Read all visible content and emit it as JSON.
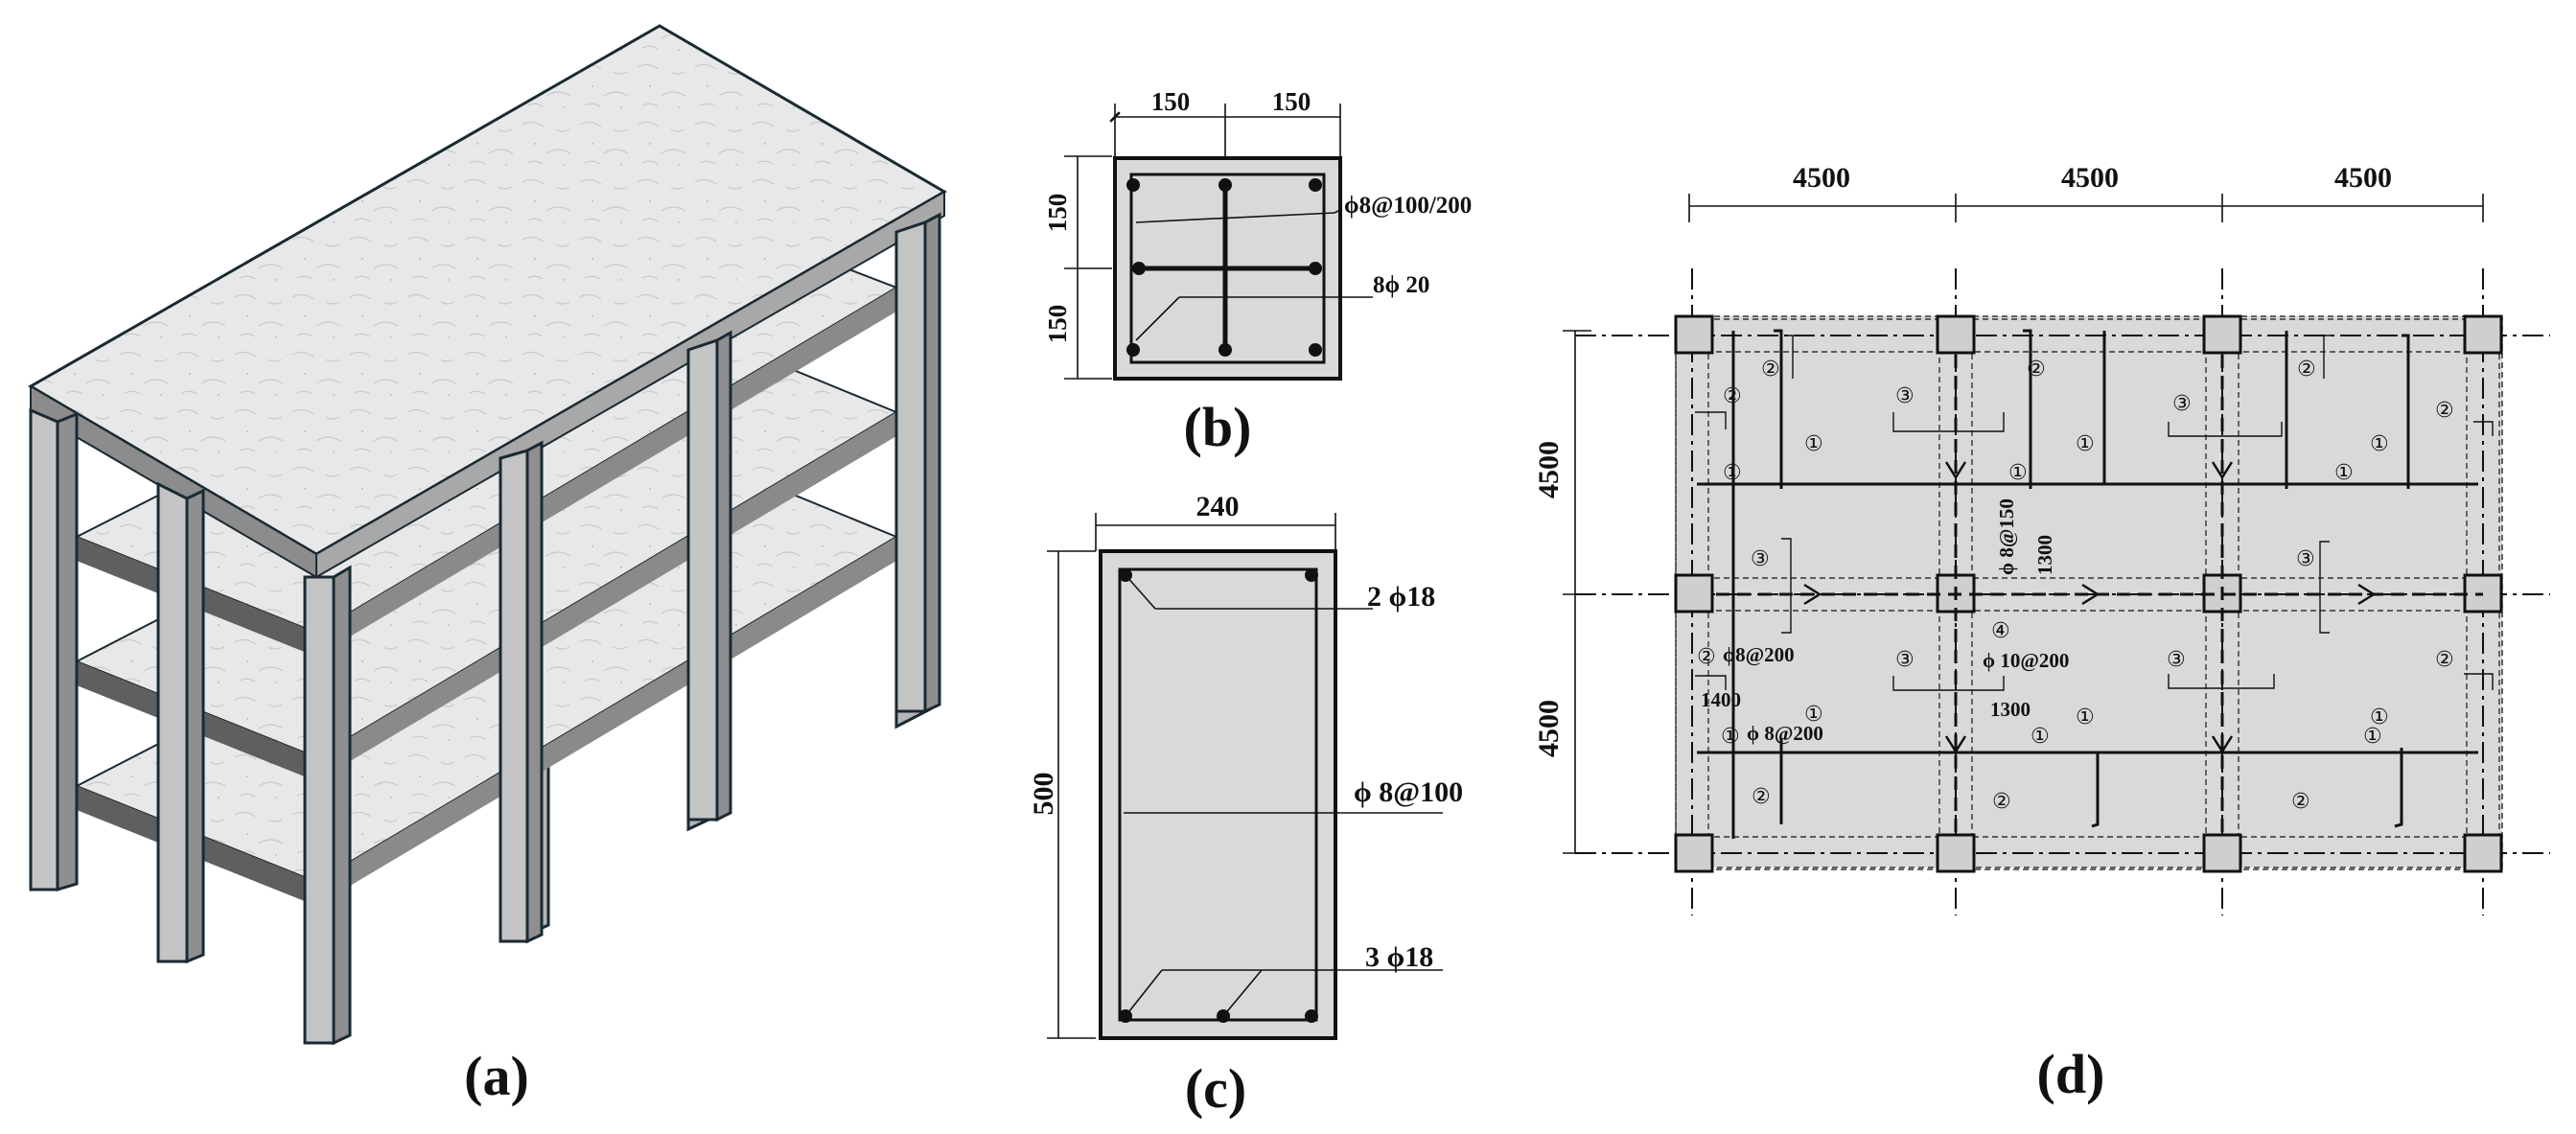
{
  "captions": {
    "a": "(a)",
    "b": "(b)",
    "c": "(c)",
    "d": "(d)"
  },
  "column_section": {
    "top_dims": [
      "150",
      "150"
    ],
    "side_dims": [
      "150",
      "150"
    ],
    "stirrup": "ϕ8@100/200",
    "main_bars": "8ϕ 20"
  },
  "beam_section": {
    "width": "240",
    "height": "500",
    "top_bars": "2 ϕ18",
    "stirrup": "ϕ 8@100",
    "bottom_bars": "3 ϕ18"
  },
  "slab_plan": {
    "top_spans": [
      "4500",
      "4500",
      "4500"
    ],
    "side_spans": [
      "4500",
      "4500"
    ],
    "rebar_notes": {
      "n1": "ϕ 8@150",
      "n2": "ϕ 10@200",
      "n3": "ϕ8@200",
      "n4": "ϕ 8@200"
    },
    "lengths": {
      "l1": "1300",
      "l2": "1300",
      "l3": "1400"
    },
    "markers": {
      "m1": "①",
      "m2": "②",
      "m3": "③",
      "m4": "④"
    }
  },
  "colors": {
    "slab": "#d9d9d9",
    "column_side": "#a9a9a9",
    "column_front": "#c4c4c4",
    "outline": "#1a2a33"
  }
}
